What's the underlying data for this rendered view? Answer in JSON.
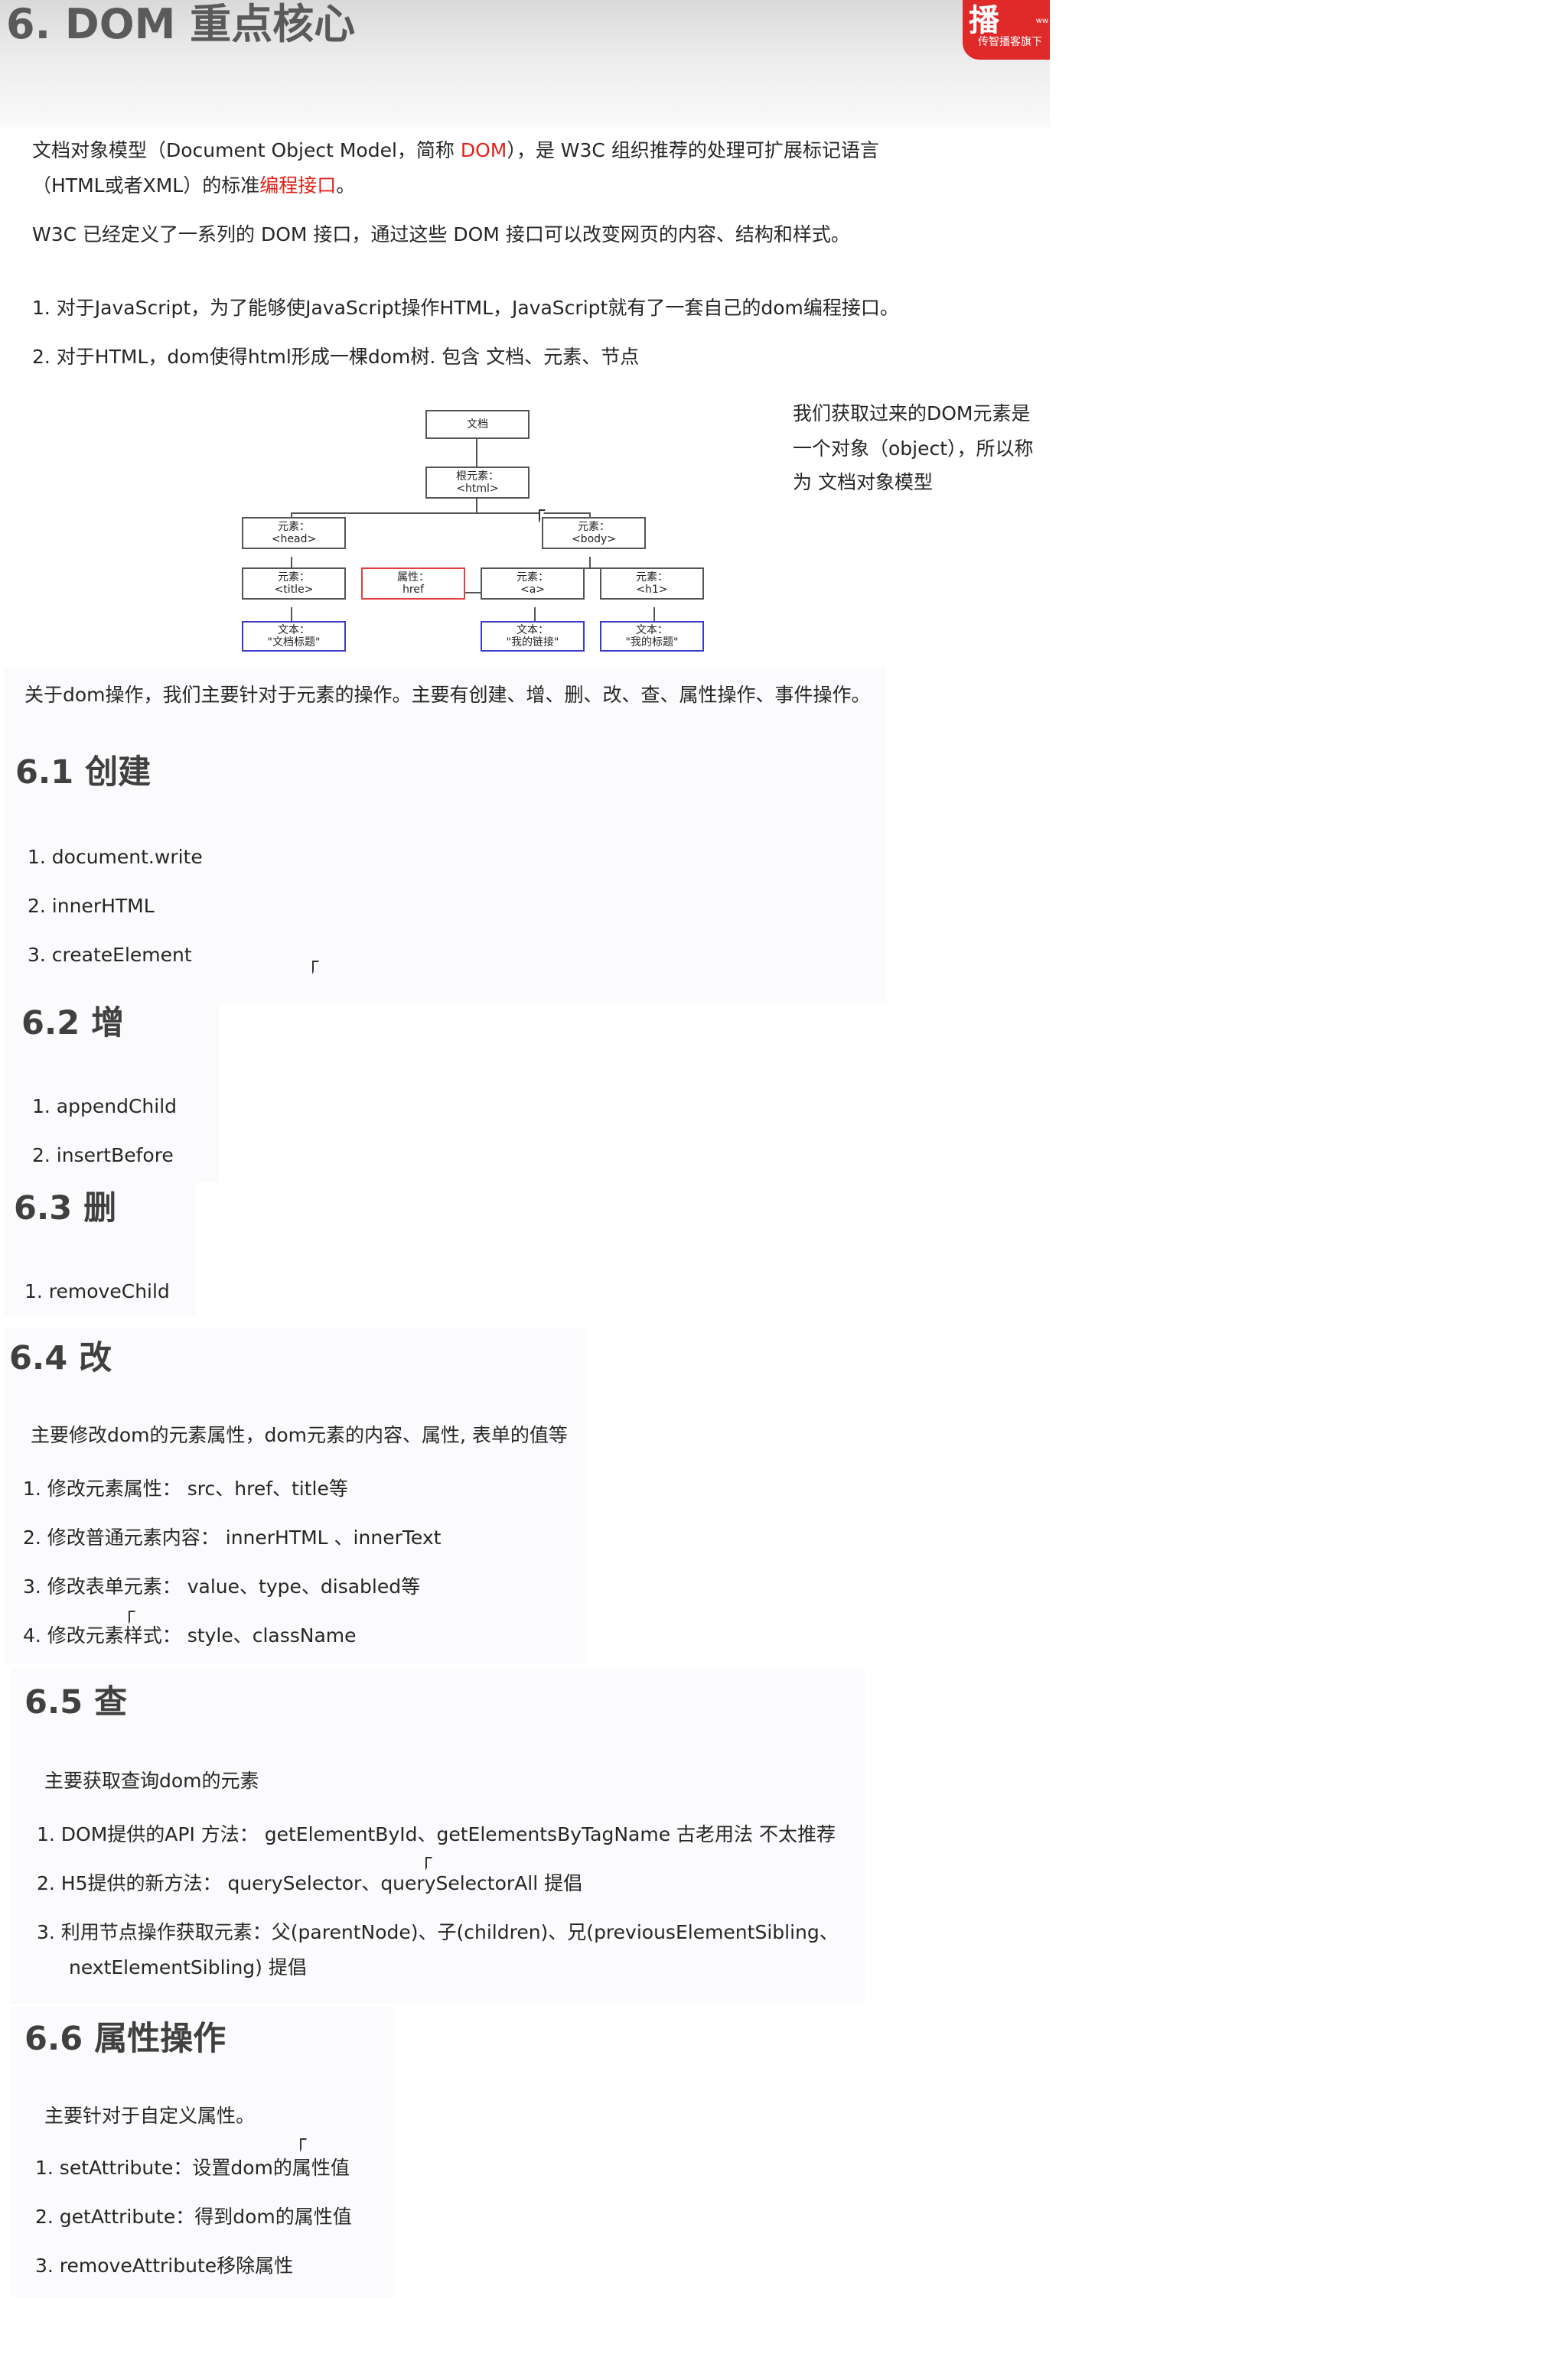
{
  "header": {
    "title": "6. DOM 重点核心"
  },
  "logo": {
    "mark": "播",
    "subtitle": "传智播客旗下",
    "small": "ww"
  },
  "intro": {
    "line1_pre": "文档对象模型（Document Object Model，简称 ",
    "line1_dom": "DOM",
    "line1_post": "），是 W3C 组织推荐的处理可扩展标记语言",
    "line2_pre": "（HTML或者XML）的标准",
    "line2_red": "编程接口",
    "line2_post": "。",
    "line3": "W3C 已经定义了一系列的 DOM 接口，通过这些 DOM 接口可以改变网页的内容、结构和样式。",
    "point1": "1. 对于JavaScript，为了能够使JavaScript操作HTML，JavaScript就有了一套自己的dom编程接口。",
    "point2": "2. 对于HTML，dom使得html形成一棵dom树. 包含 文档、元素、节点"
  },
  "diagram": {
    "doc": "文档",
    "root_l1": "根元素：",
    "root_l2": "<html>",
    "head_l1": "元素：",
    "head_l2": "<head>",
    "body_l1": "元素：",
    "body_l2": "<body>",
    "title_l1": "元素：",
    "title_l2": "<title>",
    "attr_l1": "属性：",
    "attr_l2": "href",
    "a_l1": "元素：",
    "a_l2": "<a>",
    "h1_l1": "元素：",
    "h1_l2": "<h1>",
    "t1_l1": "文本：",
    "t1_l2": "\"文档标题\"",
    "t2_l1": "文本：",
    "t2_l2": "\"我的链接\"",
    "t3_l1": "文本：",
    "t3_l2": "\"我的标题\""
  },
  "side_note": {
    "l1": "我们获取过来的DOM元素是",
    "l2": "一个对象（object），所以称",
    "l3": "为 文档对象模型"
  },
  "ops_summary": "关于dom操作，我们主要针对于元素的操作。主要有创建、增、删、改、查、属性操作、事件操作。",
  "s61": {
    "title": "6.1 创建",
    "items": [
      "1.   document.write",
      "2.   innerHTML",
      "3.   createElement"
    ]
  },
  "s62": {
    "title": "6.2 增",
    "items": [
      "1. appendChild",
      "2. insertBefore"
    ]
  },
  "s63": {
    "title": "6.3 删",
    "items": [
      "1. removeChild"
    ]
  },
  "s64": {
    "title": "6.4 改",
    "desc": "主要修改dom的元素属性，dom元素的内容、属性, 表单的值等",
    "items": [
      "1.   修改元素属性：  src、href、title等",
      "2.   修改普通元素内容：  innerHTML 、innerText",
      "3.   修改表单元素：  value、type、disabled等",
      "4.   修改元素样式：  style、className"
    ]
  },
  "s65": {
    "title": "6.5 查",
    "desc": "主要获取查询dom的元素",
    "items": [
      "1.   DOM提供的API 方法：  getElementById、getElementsByTagName  古老用法 不太推荐",
      "2.   H5提供的新方法：  querySelector、querySelectorAll   提倡",
      "3.   利用节点操作获取元素：父(parentNode)、子(children)、兄(previousElementSibling、",
      "nextElementSibling) 提倡"
    ]
  },
  "s66": {
    "title": "6.6 属性操作",
    "desc": "主要针对于自定义属性。",
    "items": [
      "1. setAttribute：设置dom的属性值",
      "2. getAttribute：得到dom的属性值",
      "3. removeAttribute移除属性"
    ]
  }
}
